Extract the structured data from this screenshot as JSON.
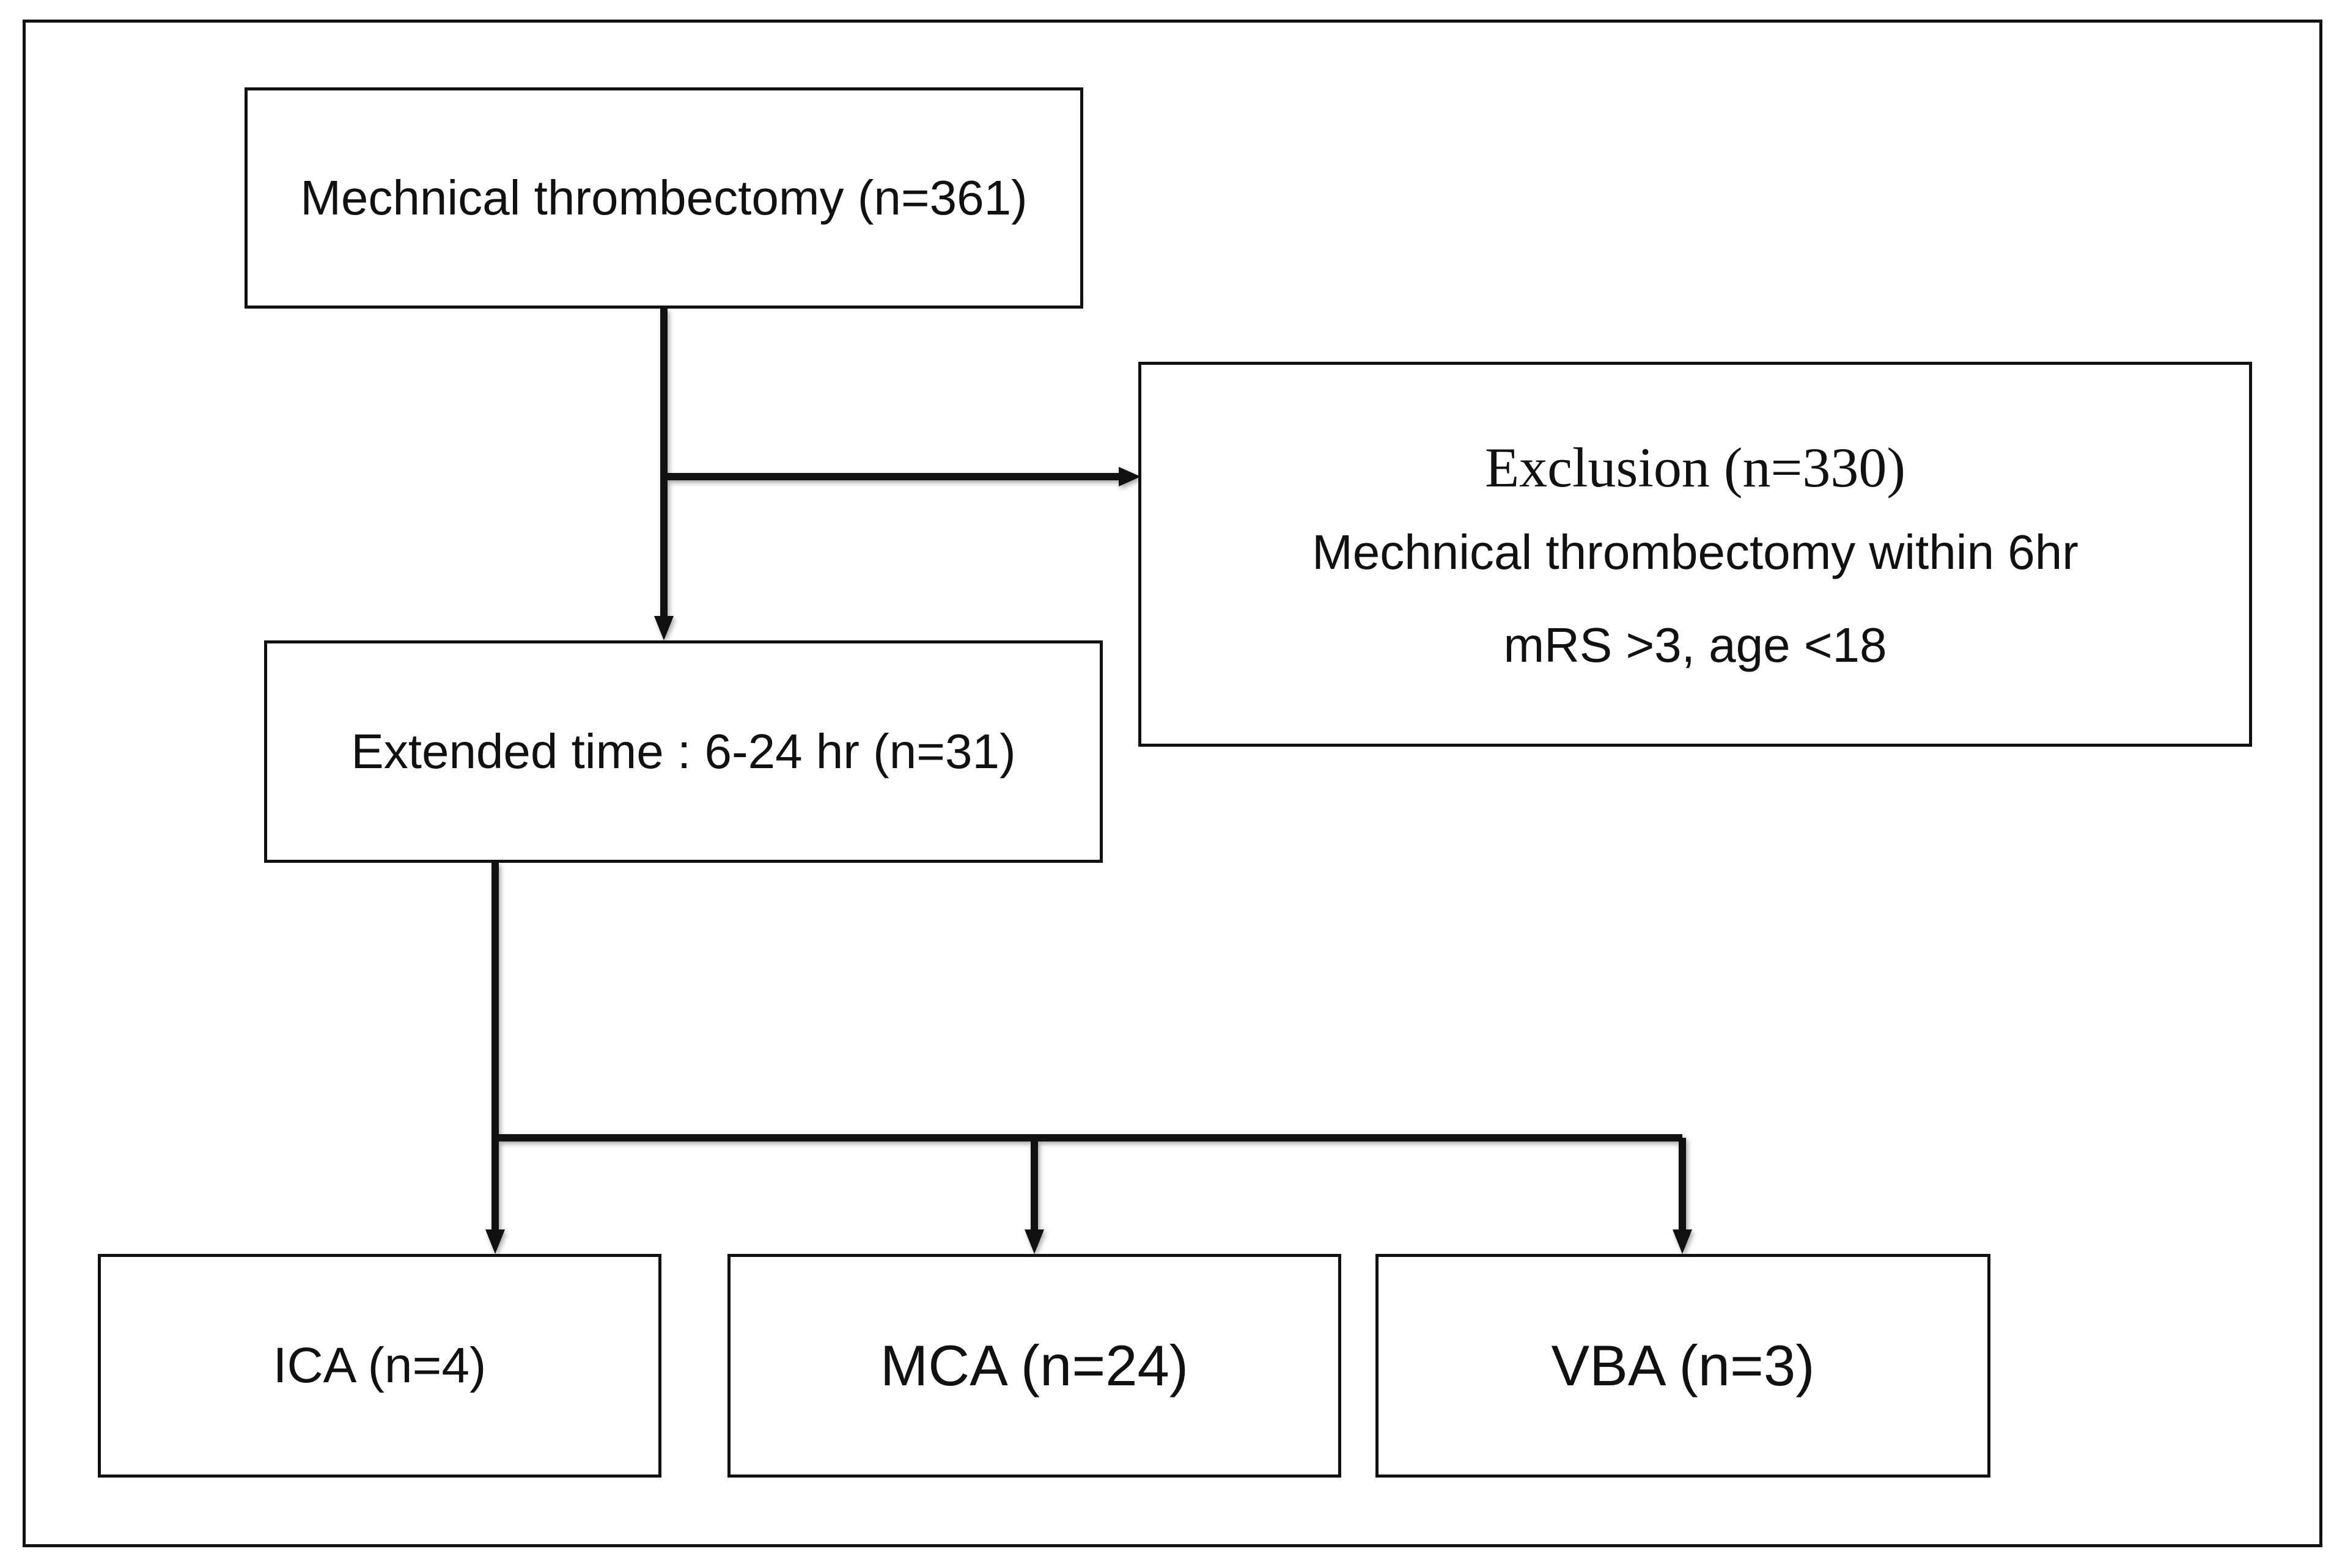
{
  "flowchart": {
    "start": {
      "label": "Mechnical thrombectomy (n=361)"
    },
    "exclusion": {
      "title": "Exclusion (n=330)",
      "line1": "Mechnical thrombectomy within 6hr",
      "line2": "mRS >3, age <18"
    },
    "extended": {
      "label": "Extended time : 6-24 hr (n=31)"
    },
    "branches": [
      {
        "label": "ICA (n=4)"
      },
      {
        "label": "MCA (n=24)"
      },
      {
        "label": "VBA (n=3)"
      }
    ]
  }
}
